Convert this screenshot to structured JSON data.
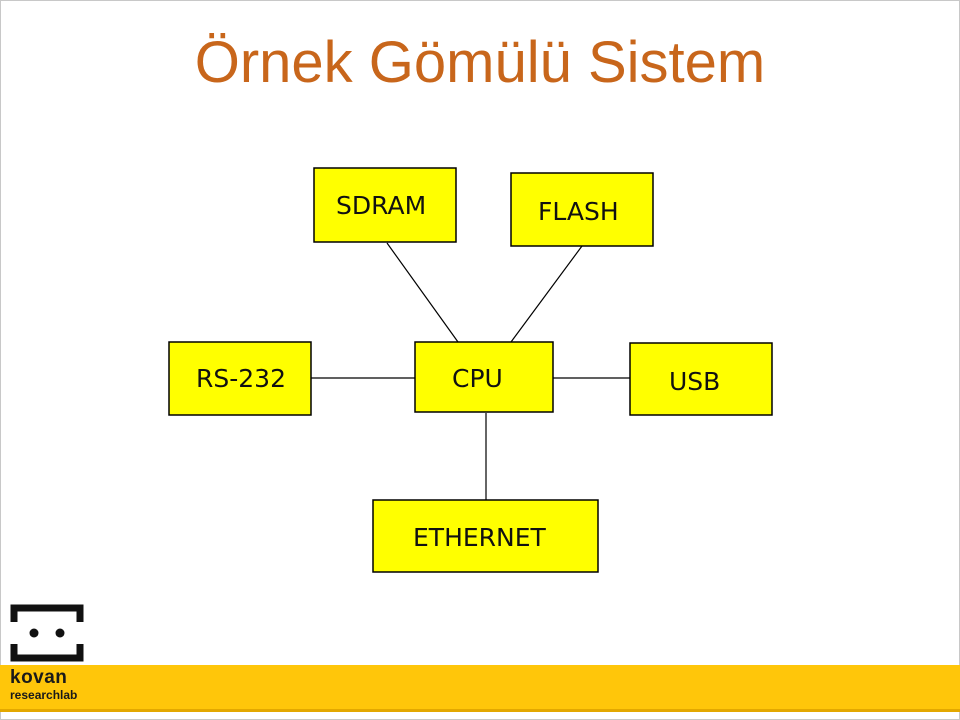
{
  "slide": {
    "title": "Örnek Gömülü Sistem"
  },
  "diagram": {
    "boxes": {
      "sdram": "SDRAM",
      "flash": "FLASH",
      "rs232": "RS-232",
      "cpu": "CPU",
      "usb": "USB",
      "ethernet": "ETHERNET"
    },
    "connections": [
      [
        "cpu",
        "sdram"
      ],
      [
        "cpu",
        "flash"
      ],
      [
        "cpu",
        "rs232"
      ],
      [
        "cpu",
        "usb"
      ],
      [
        "cpu",
        "ethernet"
      ]
    ]
  },
  "logo": {
    "line1": "kovan",
    "line2": "researchlab"
  },
  "colors": {
    "title": "#c8661b",
    "box_fill": "#ffff00",
    "footer_bar": "#ffc60a"
  }
}
